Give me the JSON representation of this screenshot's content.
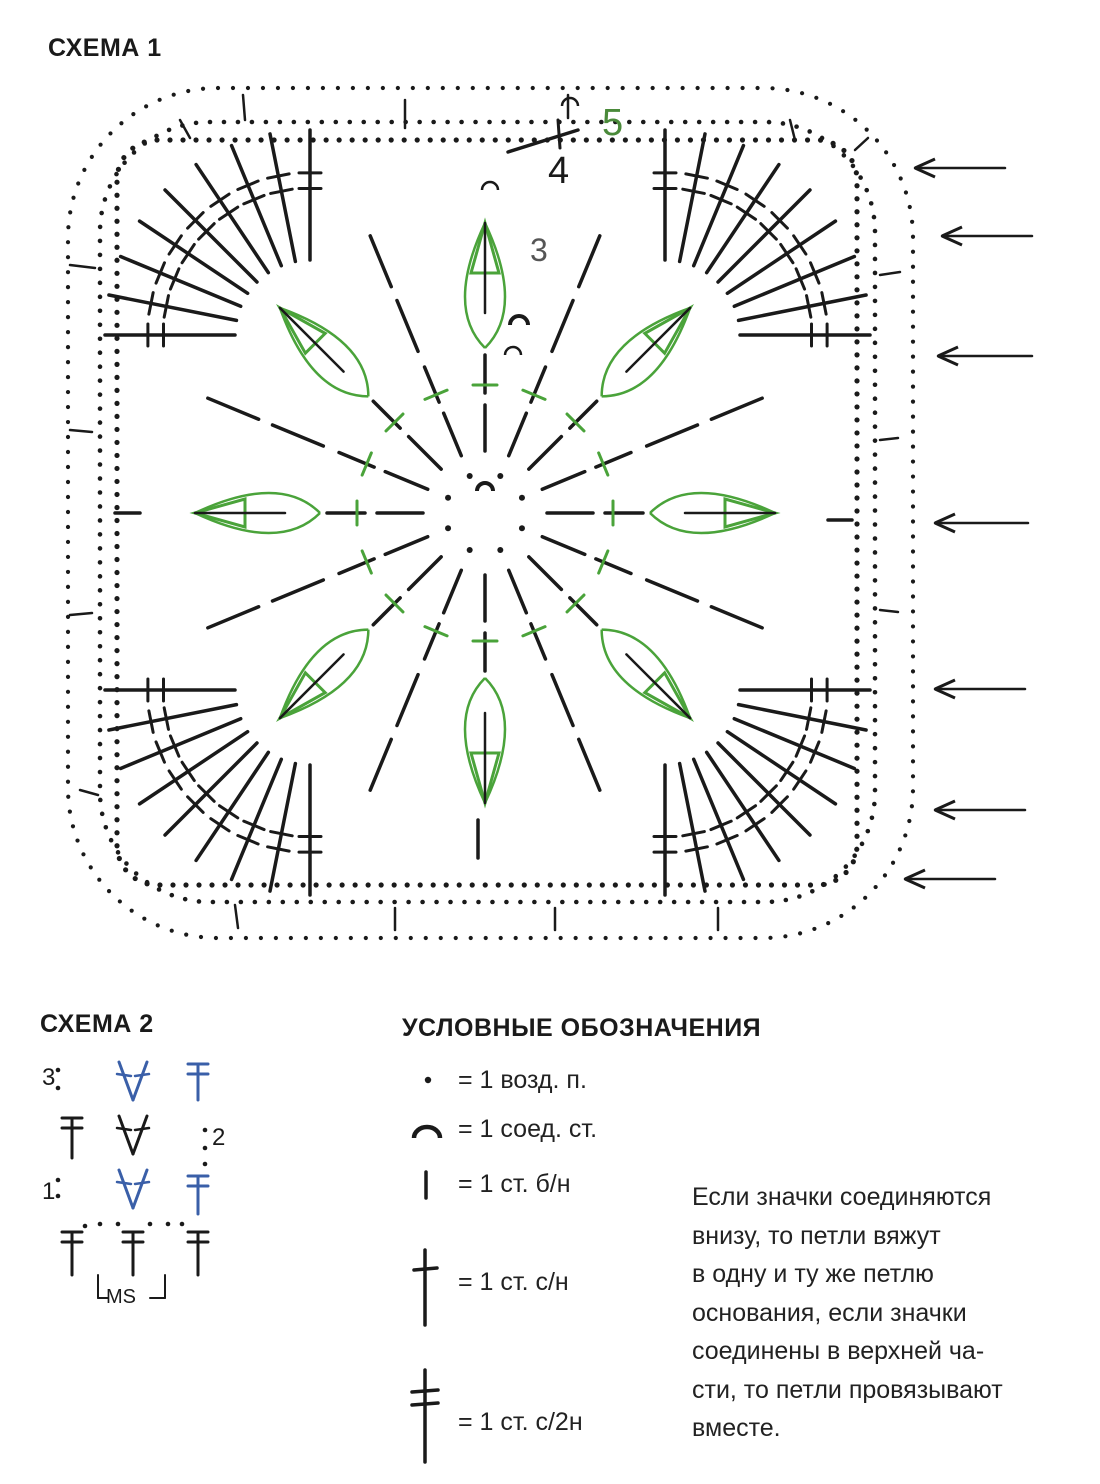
{
  "scheme1": {
    "title": "СХЕМА 1",
    "round_labels": [
      "5",
      "4",
      "3"
    ],
    "colors": {
      "ink": "#1a1a1a",
      "green": "#4aa33a",
      "blue": "#3a5fa8"
    }
  },
  "scheme2": {
    "title": "СХЕМА 2",
    "row_labels": [
      "3",
      "2",
      "1"
    ],
    "repeat_label": "MS"
  },
  "legend": {
    "title": "УСЛОВНЫЕ ОБОЗНАЧЕНИЯ",
    "items": [
      {
        "symbol": "chain-dot",
        "text": "= 1 возд. п."
      },
      {
        "symbol": "slip-stitch-arc",
        "text": "= 1 соед. ст."
      },
      {
        "symbol": "single-crochet",
        "text": "= 1 ст. б/н"
      },
      {
        "symbol": "double-crochet",
        "text": "= 1 ст. с/н"
      },
      {
        "symbol": "treble-crochet",
        "text": "= 1 ст. с/2н"
      }
    ]
  },
  "note_lines": [
    "Если значки соединяются",
    "внизу, то петли вяжут",
    "в одну и ту же петлю",
    "основания, если значки",
    "соединены в верхней ча-",
    "сти, то петли провязывают",
    "вместе."
  ]
}
